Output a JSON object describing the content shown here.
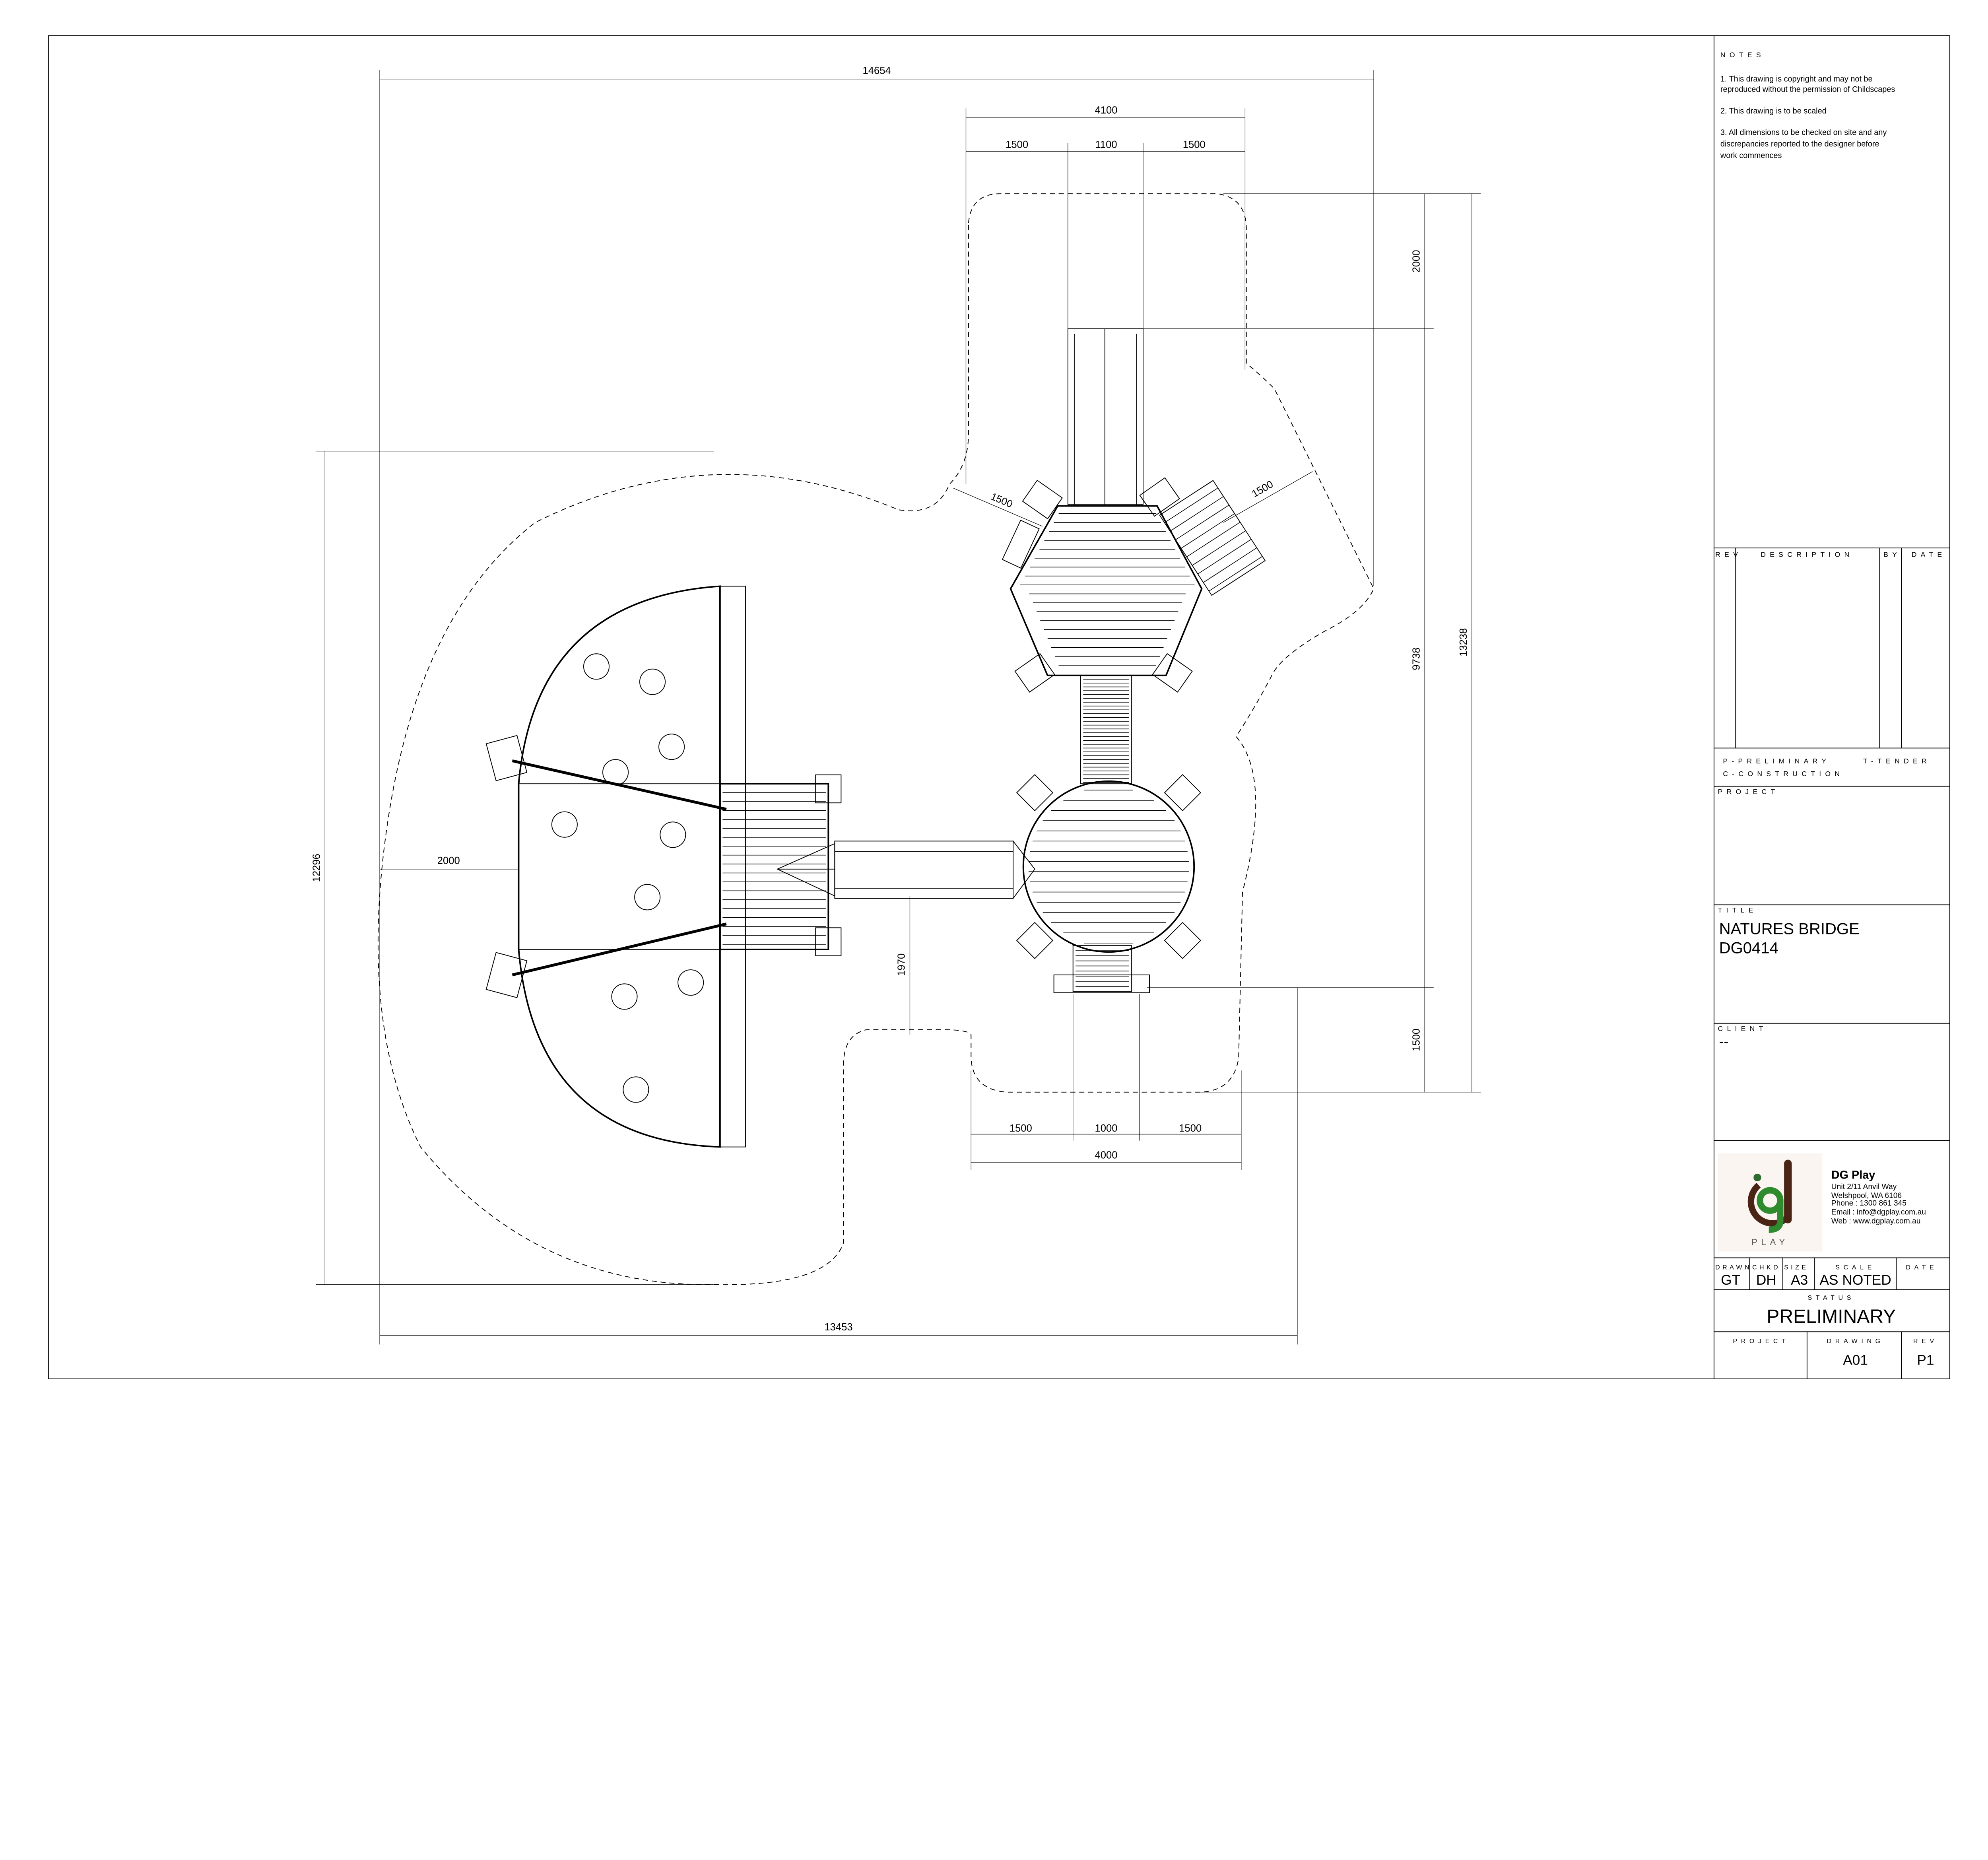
{
  "notes": {
    "heading": "NOTES",
    "items": [
      "1.  This drawing is copyright and may not be",
      "     reproduced without the permission of Childscapes",
      "2.  This drawing is to be scaled",
      "3.  All dimensions to be checked on site and any",
      "     discrepancies reported to the designer before",
      "     work commences"
    ]
  },
  "revision_table": {
    "headers": [
      "REV",
      "DESCRIPTION",
      "BY",
      "DATE"
    ]
  },
  "status_legend": [
    "P-PRELIMINARY",
    "T-TENDER",
    "C-CONSTRUCTION"
  ],
  "project": {
    "label": "PROJECT",
    "value": ""
  },
  "title": {
    "label": "TITLE",
    "line1": "NATURES BRIDGE",
    "line2": "DG0414"
  },
  "client": {
    "label": "CLIENT",
    "value": "--"
  },
  "company": {
    "logo_text": "PLAY",
    "name": "DG Play",
    "address1": "Unit 2/11 Anvil Way",
    "address2": "Welshpool, WA 6106",
    "phone": "Phone : 1300 861 345",
    "email": "Email   : info@dgplay.com.au",
    "web": "Web     : www.dgplay.com.au",
    "brand_brown": "#4a2414",
    "brand_green": "#2e8b2e"
  },
  "info_row": {
    "drawn_label": "DRAWN",
    "drawn": "GT",
    "chkd_label": "CHKD",
    "chkd": "DH",
    "size_label": "SIZE",
    "size": "A3",
    "scale_label": "SCALE",
    "scale": "AS NOTED",
    "date_label": "DATE",
    "date": ""
  },
  "status": {
    "label": "STATUS",
    "value": "PRELIMINARY"
  },
  "footer": {
    "project_label": "PROJECT",
    "project": "",
    "drawing_label": "DRAWING",
    "drawing": "A01",
    "rev_label": "REV",
    "rev": "P1"
  },
  "dimensions": {
    "overall_top": "14654",
    "tower_top_total": "4100",
    "tower_top_left": "1500",
    "tower_top_mid": "1100",
    "tower_top_right": "1500",
    "right_top": "2000",
    "right_mid": "9738",
    "right_bottom": "1500",
    "right_total": "13238",
    "left_total": "12296",
    "left_offset": "2000",
    "bridge_offset": "1970",
    "clear_left_diag": "1500",
    "clear_right_diag": "1500",
    "bottom_left": "1500",
    "bottom_mid": "1000",
    "bottom_right": "1500",
    "bottom_total": "4000",
    "overall_bottom": "13453"
  }
}
